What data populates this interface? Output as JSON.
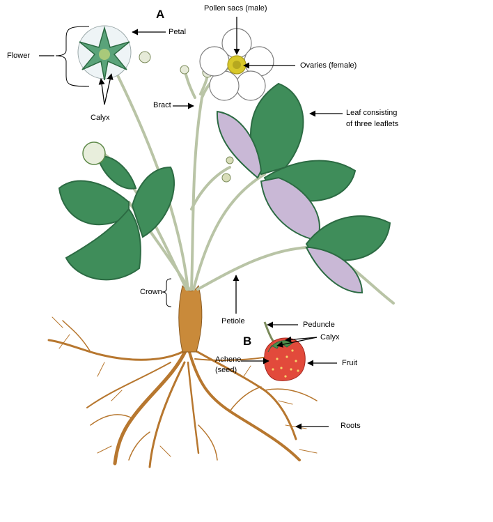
{
  "panels": {
    "a": "A",
    "b": "B"
  },
  "labels": {
    "pollen_sacs": "Pollen sacs (male)",
    "petal": "Petal",
    "flower": "Flower",
    "ovaries": "Ovaries (female)",
    "calyx_top": "Calyx",
    "bract": "Bract",
    "leaf_line1": "Leaf consisting",
    "leaf_line2": "of three leaflets",
    "crown": "Crown",
    "petiole": "Petiole",
    "peduncle": "Peduncle",
    "calyx_fruit": "Calyx",
    "achene_line1": "Achene",
    "achene_line2": "(seed)",
    "fruit": "Fruit",
    "roots": "Roots"
  },
  "colors": {
    "leaf": "#3f8d5a",
    "leaf_dark": "#2c6b43",
    "leaf_back": "#c9b8d6",
    "stem": "#b9c4a6",
    "root": "#b7772f",
    "crown": "#c98a3a",
    "petal": "#ffffff",
    "center": "#d8c82a",
    "berry": "#e24a3b",
    "calyx": "#4f8f4a"
  }
}
